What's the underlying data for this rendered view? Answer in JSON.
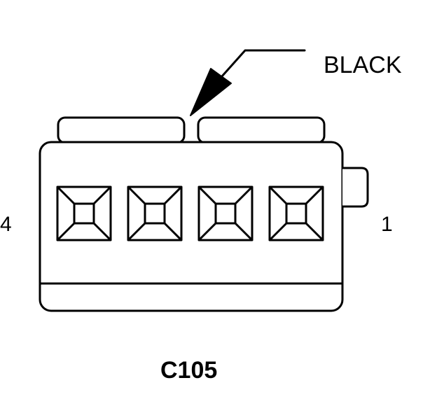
{
  "diagram": {
    "connector_id": "C105",
    "color_label": "BLACK",
    "pin_left_label": "4",
    "pin_right_label": "1",
    "cavity_count": 4,
    "line_color": "#000000",
    "background_color": "#ffffff"
  }
}
